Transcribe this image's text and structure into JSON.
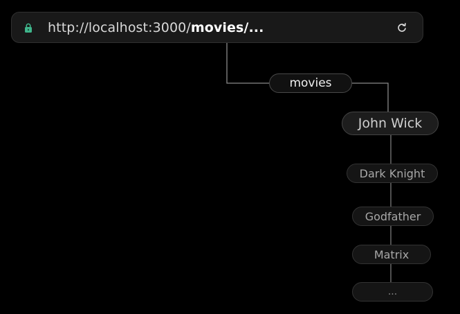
{
  "address_bar": {
    "url_base": "http://localhost:3000/",
    "url_path": "movies/...",
    "secure_icon": "lock-icon",
    "reload_icon": "reload-icon"
  },
  "tree": {
    "root": "movies",
    "children": [
      "John Wick",
      "Dark Knight",
      "Godfather",
      "Matrix",
      "..."
    ]
  },
  "colors": {
    "background": "#000000",
    "lock": "#3fb58b",
    "connector": "#8a8a8a"
  }
}
